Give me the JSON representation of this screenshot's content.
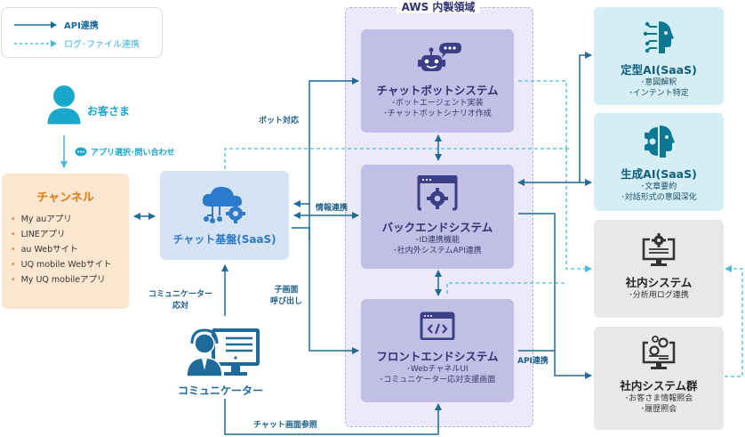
{
  "legend": {
    "api_label": "API連携",
    "log_label": "ログ･ファイル連携"
  },
  "colors": {
    "api_line": "#1c6b9a",
    "log_line": "#4bb8de",
    "aws_region": "#eceaf8",
    "system_box": "#c2bfe6",
    "ai_box": "#d5eef6",
    "internal_box": "#e8e8e8",
    "channel_box": "#fbe7d0",
    "chat_base_box": "#d6e3f5"
  },
  "aws_region": {
    "title": "AWS 内製領域"
  },
  "customer": {
    "label": "お客さま",
    "action_label": "アプリ選択･問い合わせ"
  },
  "channel": {
    "title": "チャンネル",
    "items": [
      "My auアプリ",
      "LINEアプリ",
      "au Webサイト",
      "UQ mobile Webサイト",
      "My UQ mobileアプリ"
    ]
  },
  "chat_base": {
    "title": "チャット基盤(SaaS)"
  },
  "communicator": {
    "label": "コミュニケーター",
    "response_label_1": "コミュニケーター",
    "response_label_2": "応対"
  },
  "systems": {
    "chatbot": {
      "title": "チャットボットシステム",
      "desc": [
        "･ボットエージェント実装",
        "･チャットボットシナリオ作成"
      ]
    },
    "backend": {
      "title": "バックエンドシステム",
      "desc": [
        "･ID連携機能",
        "･社内外システムAPI連携"
      ]
    },
    "frontend": {
      "title": "フロントエンドシステム",
      "desc": [
        "･WebチャネルUI",
        "･コミュニケーター応対支援画面"
      ]
    }
  },
  "external": {
    "fixed_ai": {
      "title": "定型AI(SaaS)",
      "desc": [
        "･意図解釈",
        "･インテント特定"
      ]
    },
    "gen_ai": {
      "title": "生成AI(SaaS)",
      "desc": [
        "･文章要約",
        "･対話形式の意図深化"
      ]
    },
    "internal_system": {
      "title": "社内システム",
      "desc": [
        "･分析用ログ連携"
      ]
    },
    "internal_group": {
      "title": "社内システム群",
      "desc": [
        "･お客さま情報照会",
        "･履歴照会"
      ]
    }
  },
  "connector_labels": {
    "bot_response": "ボット対応",
    "info_link": "情報連携",
    "child_screen_1": "子画面",
    "child_screen_2": "呼び出し",
    "chat_screen_ref": "チャット画面参照",
    "api_link": "API連携"
  }
}
